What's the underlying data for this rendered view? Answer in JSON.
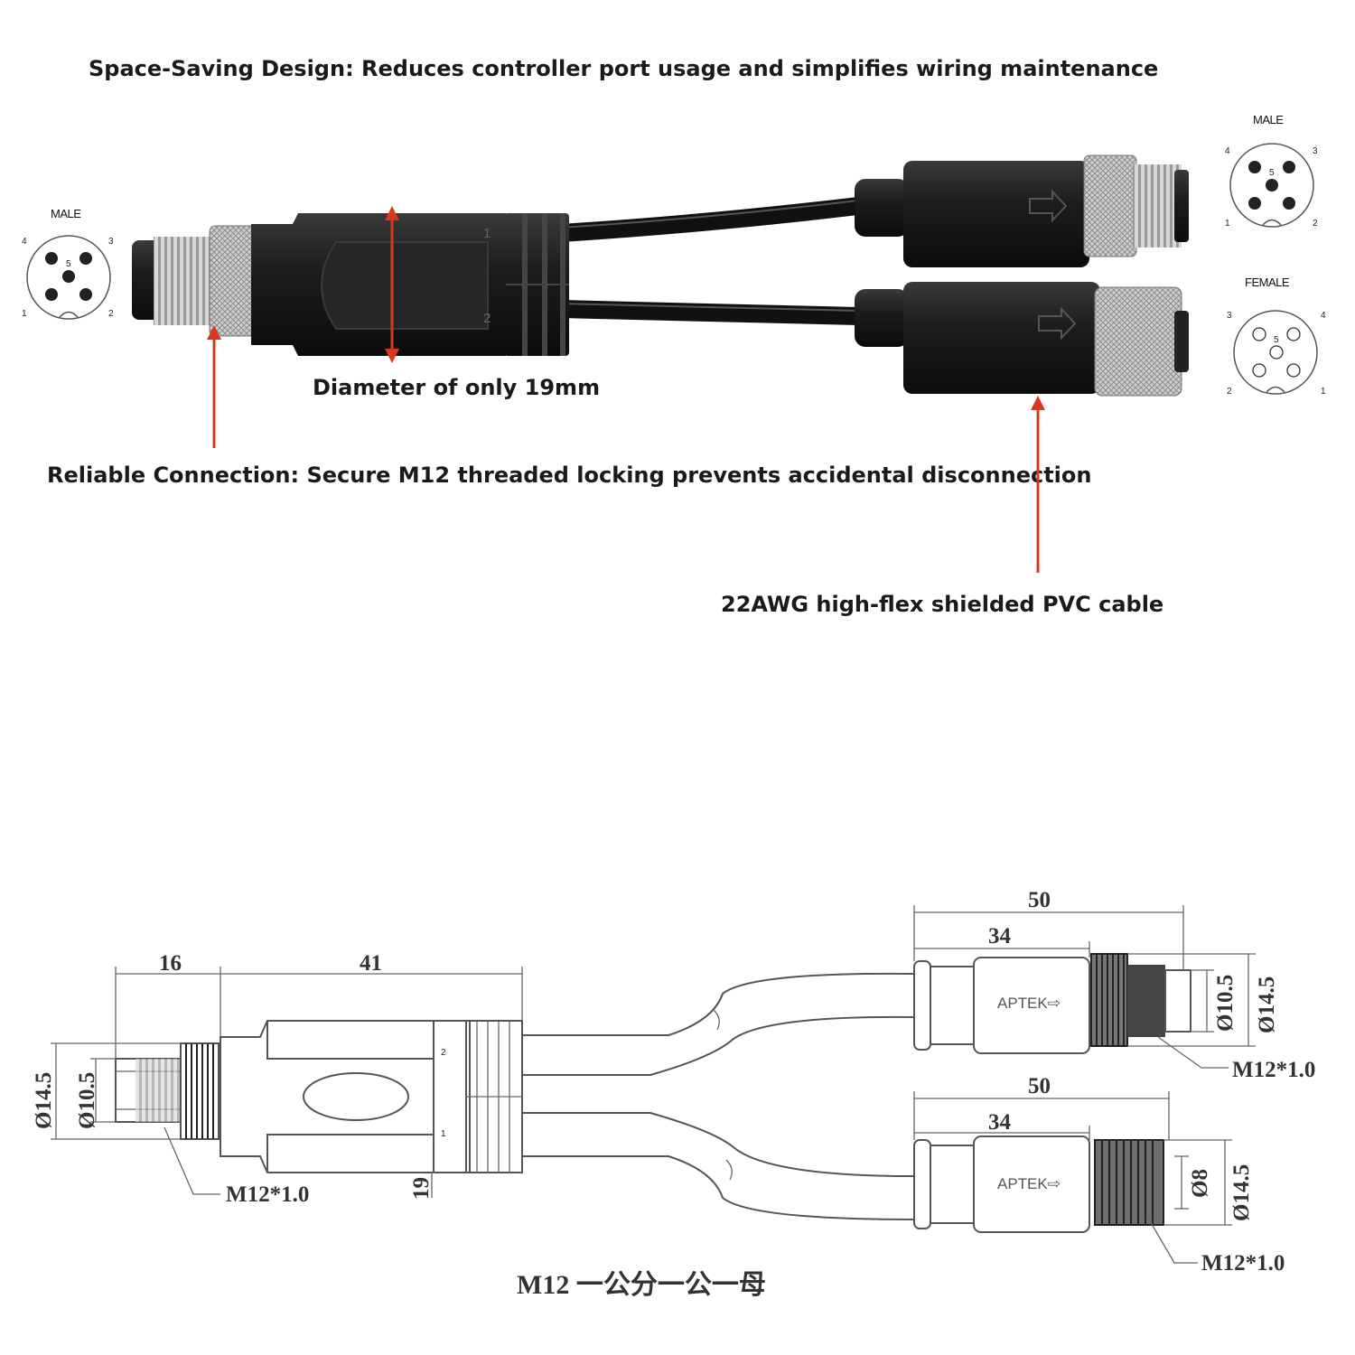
{
  "captions": {
    "space_saving": "Space-Saving Design: Reduces controller port usage and simplifies wiring maintenance",
    "diameter": "Diameter of only 19mm",
    "reliable": "Reliable Connection: Secure M12 threaded locking prevents accidental disconnection",
    "cable": "22AWG high-flex shielded PVC cable"
  },
  "pinouts": {
    "left_male": {
      "label": "MALE",
      "pins": [
        "1",
        "2",
        "3",
        "4",
        "5"
      ]
    },
    "right_male": {
      "label": "MALE",
      "pins": [
        "1",
        "2",
        "3",
        "4",
        "5"
      ]
    },
    "right_female": {
      "label": "FEMALE",
      "pins": [
        "1",
        "2",
        "3",
        "4",
        "5"
      ]
    }
  },
  "product_photo": {
    "branch_numbers": [
      "1",
      "2"
    ]
  },
  "drawing": {
    "dims": {
      "left_thread_len": "16",
      "body_len": "41",
      "body_dia": "19",
      "left_outer_dia": "Ø14.5",
      "left_inner_dia": "Ø10.5",
      "left_thread": "M12*1.0",
      "top_total": "50",
      "top_body": "34",
      "top_inner_dia": "Ø10.5",
      "top_outer_dia": "Ø14.5",
      "top_thread": "M12*1.0",
      "bottom_total": "50",
      "bottom_body": "34",
      "bottom_inner_dia": "Ø8",
      "bottom_outer_dia": "Ø14.5",
      "bottom_thread": "M12*1.0"
    },
    "brand": "APTEK⇨",
    "branch_numbers": [
      "2",
      "1"
    ],
    "title": "M12 一公分一公一母"
  },
  "colors": {
    "arrow_red": "#d9381e",
    "connector_black": "#1c1c1c",
    "metal_silver": "#c8c8c8",
    "drawing_line": "#555555"
  }
}
